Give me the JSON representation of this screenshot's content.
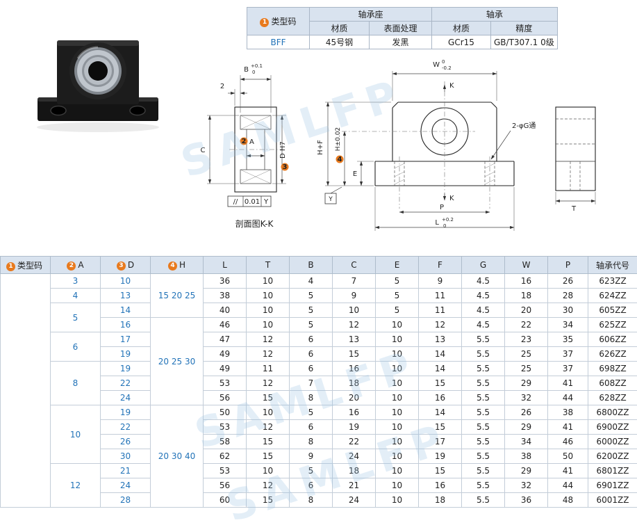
{
  "watermark": {
    "text": "SAMLFP"
  },
  "spec_table": {
    "type_code": {
      "badge": "1",
      "label": "类型码"
    },
    "group_housing": "轴承座",
    "group_bearing": "轴承",
    "col_material1": "材质",
    "col_surface": "表面处理",
    "col_material2": "材质",
    "col_precision": "精度",
    "row": {
      "type_code": "BFF",
      "material1": "45号钢",
      "surface": "发黑",
      "material2": "GCr15",
      "precision": "GB/T307.1 0级"
    }
  },
  "drawing": {
    "section_view": {
      "b": "B",
      "b_tol_top": "+0.1",
      "b_tol_bot": "0",
      "two": "2",
      "c": "C",
      "badge_a": "2",
      "a": "A",
      "badge_d": "3",
      "d": "D H7",
      "flat_sym": "//",
      "flat_val": "0.01",
      "flat_datum": "Y",
      "caption": "剖面图K-K"
    },
    "front_view": {
      "w": "W",
      "w_tol_top": "0",
      "w_tol_bot": "-0.2",
      "k_top": "K",
      "hf": "H+F",
      "badge_h": "4",
      "h": "H±0.02",
      "e": "E",
      "holes": "2-φG通",
      "k_bottom": "K",
      "p": "P",
      "l": "L",
      "l_tol_top": "+0.2",
      "l_tol_bot": "0",
      "datum": "Y"
    },
    "side_view": {
      "t": "T"
    }
  },
  "main_table": {
    "headers": [
      {
        "badge": "1",
        "label": "类型码"
      },
      {
        "badge": "2",
        "label": "A"
      },
      {
        "badge": "3",
        "label": "D"
      },
      {
        "badge": "4",
        "label": "H"
      },
      {
        "label": "L"
      },
      {
        "label": "T"
      },
      {
        "label": "B"
      },
      {
        "label": "C"
      },
      {
        "label": "E"
      },
      {
        "label": "F"
      },
      {
        "label": "G"
      },
      {
        "label": "W"
      },
      {
        "label": "P"
      },
      {
        "label": "轴承代号"
      }
    ],
    "h_groups": [
      "15 20 25",
      "20 25 30",
      "20 30 40"
    ],
    "rows": [
      {
        "a": "3",
        "d": "10",
        "l": "36",
        "t": "10",
        "b": "4",
        "c": "7",
        "e": "5",
        "f": "9",
        "g": "4.5",
        "w": "16",
        "p": "26",
        "code": "623ZZ"
      },
      {
        "a": "4",
        "d": "13",
        "l": "38",
        "t": "10",
        "b": "5",
        "c": "9",
        "e": "5",
        "f": "11",
        "g": "4.5",
        "w": "18",
        "p": "28",
        "code": "624ZZ"
      },
      {
        "a": "5",
        "d": "14",
        "l": "40",
        "t": "10",
        "b": "5",
        "c": "10",
        "e": "5",
        "f": "11",
        "g": "4.5",
        "w": "20",
        "p": "30",
        "code": "605ZZ"
      },
      {
        "d": "16",
        "l": "46",
        "t": "10",
        "b": "5",
        "c": "12",
        "e": "10",
        "f": "12",
        "g": "4.5",
        "w": "22",
        "p": "34",
        "code": "625ZZ"
      },
      {
        "a": "6",
        "d": "17",
        "l": "47",
        "t": "12",
        "b": "6",
        "c": "13",
        "e": "10",
        "f": "13",
        "g": "5.5",
        "w": "23",
        "p": "35",
        "code": "606ZZ"
      },
      {
        "d": "19",
        "l": "49",
        "t": "12",
        "b": "6",
        "c": "15",
        "e": "10",
        "f": "14",
        "g": "5.5",
        "w": "25",
        "p": "37",
        "code": "626ZZ"
      },
      {
        "a": "8",
        "d": "19",
        "l": "49",
        "t": "11",
        "b": "6",
        "c": "16",
        "e": "10",
        "f": "14",
        "g": "5.5",
        "w": "25",
        "p": "37",
        "code": "698ZZ"
      },
      {
        "d": "22",
        "l": "53",
        "t": "12",
        "b": "7",
        "c": "18",
        "e": "10",
        "f": "15",
        "g": "5.5",
        "w": "29",
        "p": "41",
        "code": "608ZZ"
      },
      {
        "d": "24",
        "l": "56",
        "t": "15",
        "b": "8",
        "c": "20",
        "e": "10",
        "f": "16",
        "g": "5.5",
        "w": "32",
        "p": "44",
        "code": "628ZZ"
      },
      {
        "a": "10",
        "d": "19",
        "l": "50",
        "t": "10",
        "b": "5",
        "c": "16",
        "e": "10",
        "f": "14",
        "g": "5.5",
        "w": "26",
        "p": "38",
        "code": "6800ZZ"
      },
      {
        "d": "22",
        "l": "53",
        "t": "12",
        "b": "6",
        "c": "19",
        "e": "10",
        "f": "15",
        "g": "5.5",
        "w": "29",
        "p": "41",
        "code": "6900ZZ"
      },
      {
        "d": "26",
        "l": "58",
        "t": "15",
        "b": "8",
        "c": "22",
        "e": "10",
        "f": "17",
        "g": "5.5",
        "w": "34",
        "p": "46",
        "code": "6000ZZ"
      },
      {
        "d": "30",
        "l": "62",
        "t": "15",
        "b": "9",
        "c": "24",
        "e": "10",
        "f": "19",
        "g": "5.5",
        "w": "38",
        "p": "50",
        "code": "6200ZZ"
      },
      {
        "a": "12",
        "d": "21",
        "l": "53",
        "t": "10",
        "b": "5",
        "c": "18",
        "e": "10",
        "f": "15",
        "g": "5.5",
        "w": "29",
        "p": "41",
        "code": "6801ZZ"
      },
      {
        "d": "24",
        "l": "56",
        "t": "12",
        "b": "6",
        "c": "21",
        "e": "10",
        "f": "16",
        "g": "5.5",
        "w": "32",
        "p": "44",
        "code": "6901ZZ"
      },
      {
        "d": "28",
        "l": "60",
        "t": "15",
        "b": "8",
        "c": "24",
        "e": "10",
        "f": "18",
        "g": "5.5",
        "w": "36",
        "p": "48",
        "code": "6001ZZ"
      }
    ]
  }
}
